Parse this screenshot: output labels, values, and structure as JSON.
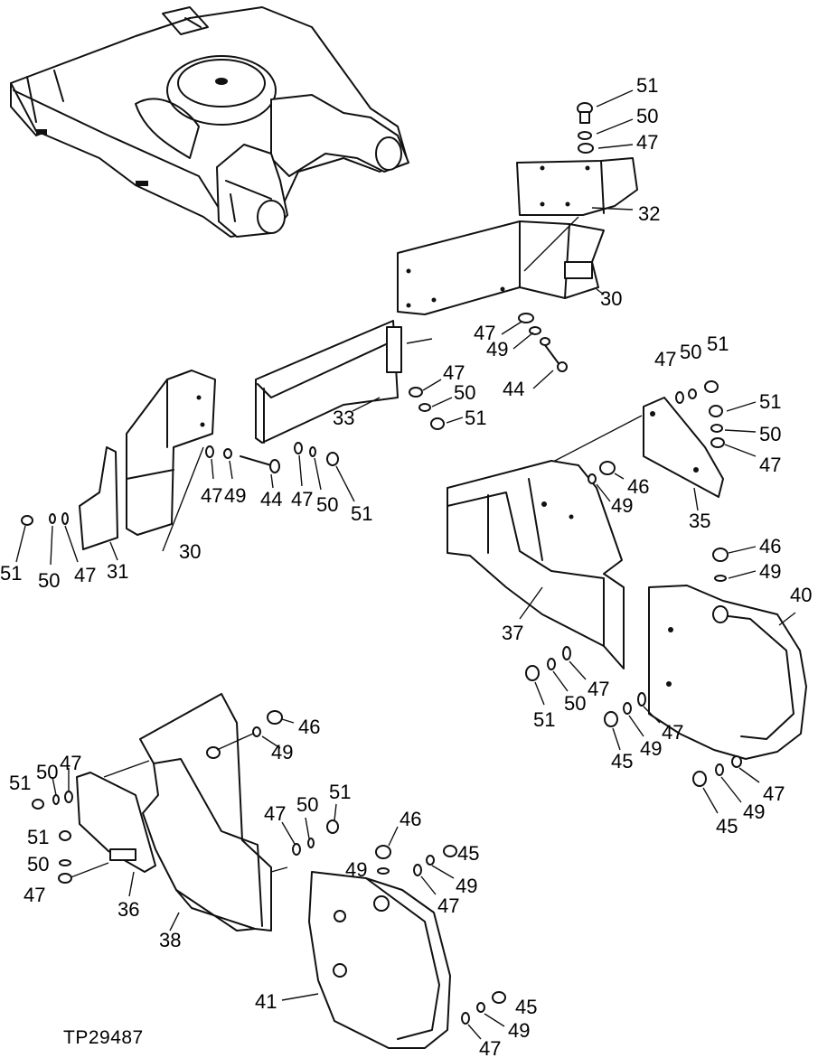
{
  "figure_ref": "TP29487",
  "labels": {
    "l51a": "51",
    "l50a": "50",
    "l47a": "47",
    "l32": "32",
    "l30a": "30",
    "l47b": "47",
    "l49a": "49",
    "l44a": "44",
    "l47c": "47",
    "l50b": "50",
    "l51b": "51",
    "l33": "33",
    "l47d": "47",
    "l49b": "49",
    "l44b": "44",
    "l47e": "47",
    "l50c": "50",
    "l51c": "51",
    "l51d": "51",
    "l50d": "50",
    "l47f": "47",
    "l31": "31",
    "l30b": "30",
    "l47g": "47",
    "l50e": "50",
    "l51e": "51",
    "l51f": "51",
    "l50f": "50",
    "l47h": "47",
    "l46a": "46",
    "l49c": "49",
    "l35": "35",
    "l37": "37",
    "l46b": "46",
    "l49d": "49",
    "l40": "40",
    "l51g": "51",
    "l50g": "50",
    "l47i": "47",
    "l45a": "45",
    "l49e": "49",
    "l47j": "47",
    "l45b": "45",
    "l49f": "49",
    "l47k": "47",
    "l46c": "46",
    "l49g": "49",
    "l51h": "51",
    "l50h": "50",
    "l47l": "47",
    "l51i": "51",
    "l50i": "50",
    "l47m": "47",
    "l36": "36",
    "l38": "38",
    "l47n": "47",
    "l50j": "50",
    "l51j": "51",
    "l46d": "46",
    "l49h": "49",
    "l45c": "45",
    "l49i": "49",
    "l47o": "47",
    "l41": "41",
    "l45d": "45",
    "l49j": "49",
    "l47p": "47"
  }
}
